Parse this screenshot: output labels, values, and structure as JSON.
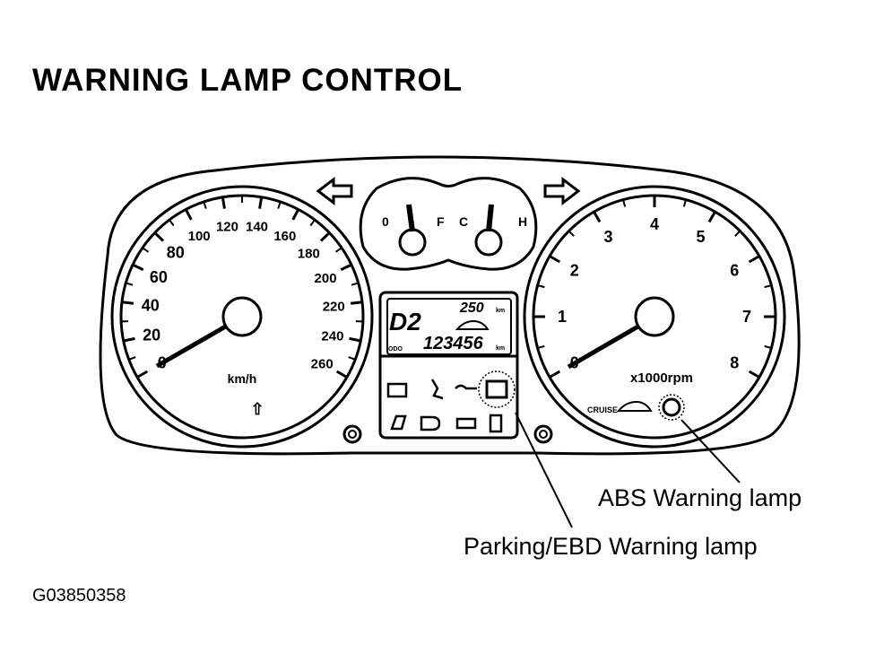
{
  "title": "WARNING LAMP CONTROL",
  "figure_id": "G03850358",
  "callouts": {
    "abs": "ABS Warning lamp",
    "parking_ebd": "Parking/EBD Warning lamp"
  },
  "speedometer": {
    "major_labels": [
      "0",
      "20",
      "40",
      "60",
      "80",
      "100",
      "120",
      "140",
      "160",
      "180",
      "200",
      "220",
      "240",
      "260"
    ],
    "unit": "km/h"
  },
  "tachometer": {
    "major_labels": [
      "0",
      "1",
      "2",
      "3",
      "4",
      "5",
      "6",
      "7",
      "8"
    ],
    "unit": "x1000rpm"
  },
  "lcd": {
    "gear": "D2",
    "trip": "250",
    "trip_unit": "km",
    "odometer": "123456",
    "odo_prefix": "ODO",
    "odo_unit": "km"
  },
  "fuel_gauge": {
    "low": "0",
    "high": "F"
  },
  "temp_gauge": {
    "low": "C",
    "high": "H"
  },
  "tach_indicator_label": "CRUISE"
}
